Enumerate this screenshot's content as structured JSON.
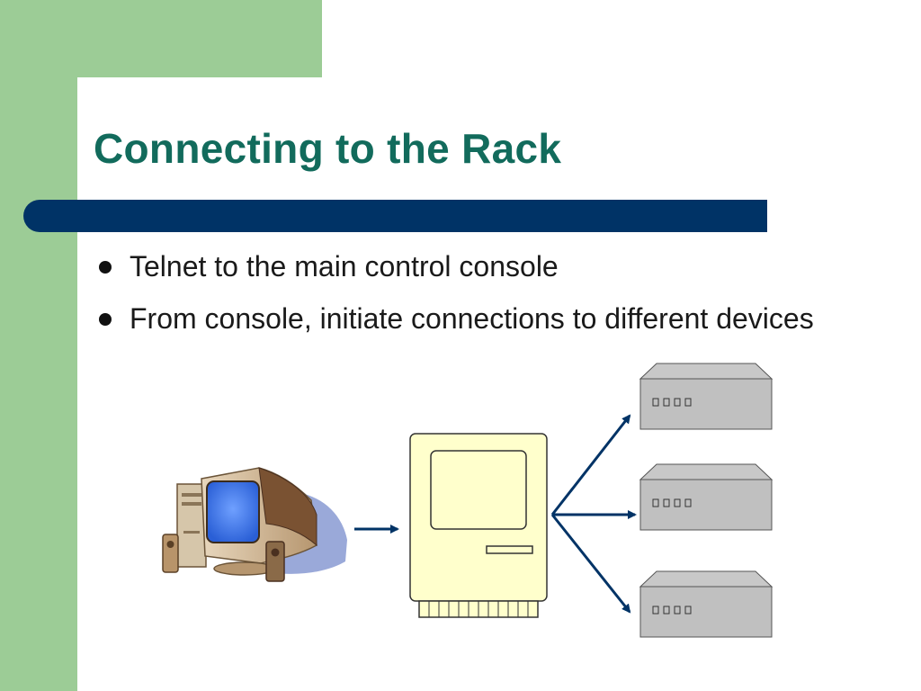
{
  "slide": {
    "title": "Connecting to the Rack",
    "bullets": [
      "Telnet to the main control console",
      "From console, initiate connections to different devices"
    ]
  },
  "theme": {
    "green": "#9ccc96",
    "title_color": "#126b5c",
    "bar_color": "#003366",
    "arrow_color": "#003366",
    "console_fill": "#ffffcc",
    "device_fill": "#c0c0c0"
  },
  "diagram": {
    "icons": [
      "desktop-computer-icon",
      "classic-mac-console-icon",
      "rack-device-icon"
    ],
    "device_count": 3
  }
}
